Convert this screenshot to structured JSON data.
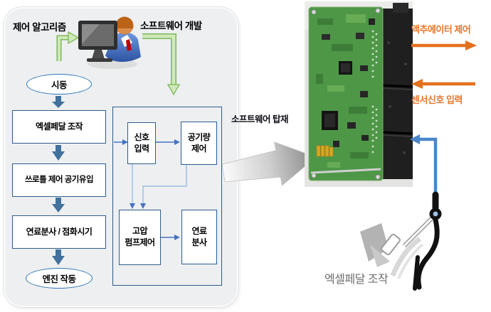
{
  "header": {
    "control_algorithm": "제어 알고리즘",
    "software_development": "소프트웨어 개발"
  },
  "flowchart": {
    "start": "시동",
    "steps": [
      "엑셀페달 조작",
      "쓰로틀 제어 공기유입",
      "연료분사 / 점화시기"
    ],
    "end": "엔진 작동",
    "software_blocks": {
      "signal_input": [
        "신호",
        "입력"
      ],
      "air_amount_control": [
        "공기량",
        "제어"
      ],
      "high_pressure_pump_control": [
        "고압",
        "펌프제어"
      ],
      "fuel_injection": [
        "연료",
        "분사"
      ]
    }
  },
  "ecu": {
    "software_load_label": "소프트웨어 탑재",
    "actuator_control_label": "액추에이터 제어",
    "sensor_input_label": "센서신호 입력",
    "pedal_label": "엑셀페달 조작"
  },
  "icons": {
    "developer": "developer-at-computer-icon",
    "ecu_photo": "ecu-circuit-board-photo",
    "pedal": "accelerator-pedal-icon"
  },
  "colors": {
    "panel_bg": "#edeff1",
    "box_border_navy": "#2e5c8a",
    "flow_arrow_blue": "#41719c",
    "connector_light_blue": "#9cc2e5",
    "connector_blue": "#4472c4",
    "green_arrow_fill": "#cfe9b8",
    "green_arrow_stroke": "#7fb75a",
    "accent_orange": "#e4701e",
    "cable_blue": "#4a86c8",
    "pcb_green": "#4e9747"
  }
}
